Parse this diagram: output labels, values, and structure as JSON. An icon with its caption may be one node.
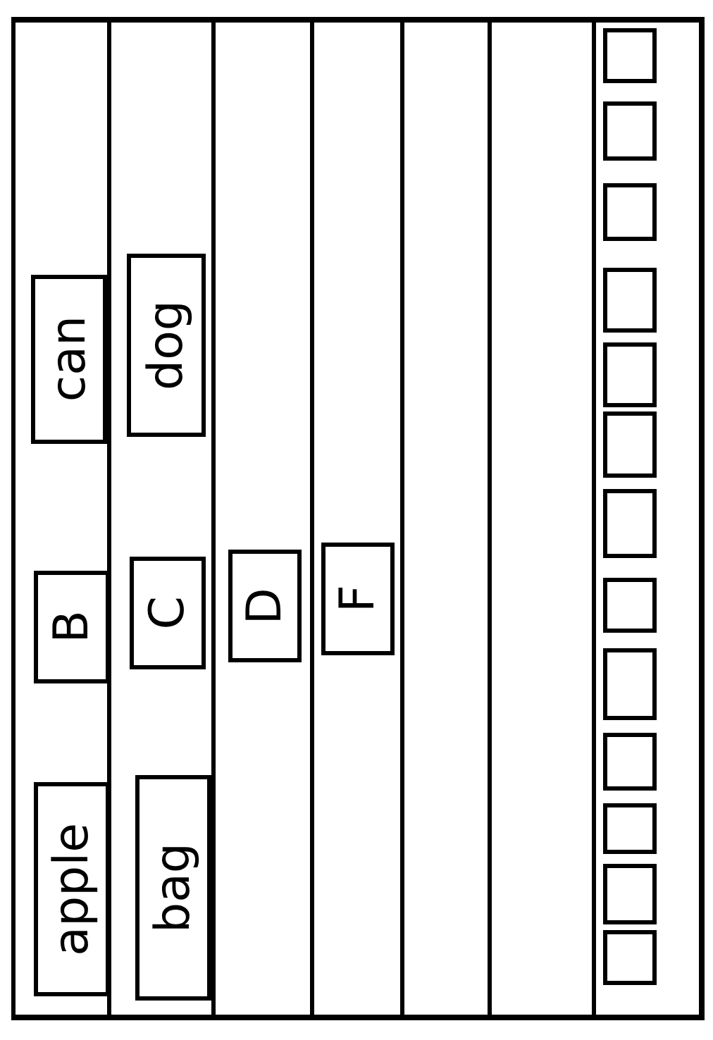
{
  "diagram": {
    "nodes": [
      {
        "text": [],
        "shape": "band"
      },
      {
        "text": [],
        "shape": "band"
      },
      {
        "text": [],
        "shape": "band"
      },
      {
        "text": [],
        "shape": "band"
      },
      {
        "text": [],
        "shape": "band"
      },
      {
        "text": [],
        "shape": "band"
      },
      {
        "text": [],
        "shape": "band"
      },
      {
        "text": [
          "apple"
        ],
        "in": 0
      },
      {
        "text": [
          "B"
        ],
        "in": 0
      },
      {
        "text": [
          "can"
        ],
        "in": 0
      },
      {
        "text": [
          "bag"
        ],
        "in": 1
      },
      {
        "text": [
          "C"
        ],
        "in": 1
      },
      {
        "text": [
          "dog"
        ],
        "in": 1
      },
      {
        "text": [
          "D"
        ],
        "in": 2
      },
      {
        "text": [
          "F"
        ],
        "in": 3
      },
      {
        "text": [],
        "shape": "box",
        "in": 6
      },
      {
        "text": [],
        "shape": "box",
        "in": 6
      },
      {
        "text": [],
        "shape": "box",
        "in": 6
      },
      {
        "text": [],
        "shape": "box",
        "in": 6
      },
      {
        "text": [],
        "shape": "box",
        "in": 6
      },
      {
        "text": [],
        "shape": "box",
        "in": 6
      },
      {
        "text": [],
        "shape": "box",
        "in": 6
      },
      {
        "text": [],
        "shape": "box",
        "in": 6
      },
      {
        "text": [],
        "shape": "box",
        "in": 6
      },
      {
        "text": [],
        "shape": "box",
        "in": 6
      },
      {
        "text": [],
        "shape": "box",
        "in": 6
      },
      {
        "text": [],
        "shape": "box",
        "in": 6
      },
      {
        "text": [],
        "shape": "box",
        "in": 6
      }
    ]
  }
}
